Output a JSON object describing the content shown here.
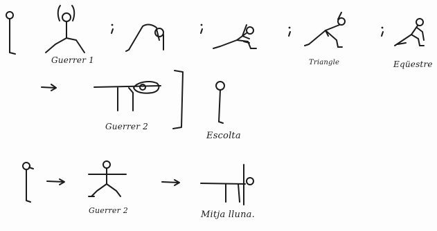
{
  "labels": {
    "warrior_1": "Guerrer 1",
    "triangle": "Triangle",
    "equestrian": "Eqüestre",
    "warrior_2_row2": "Guerrer 2",
    "listen": "Escolta",
    "warrior_2_row3": "Guerrer 2",
    "half_moon": "Mitja lluna."
  },
  "separators": {
    "semicolon": ";"
  },
  "ink_color": "#1b1b1b",
  "paper_color": "#fdfdfd"
}
